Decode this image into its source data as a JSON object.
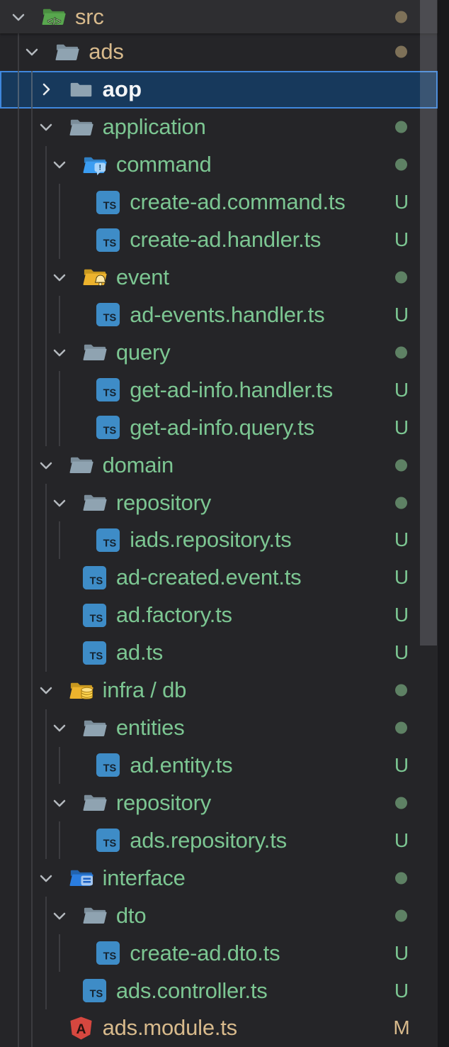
{
  "colors": {
    "background": "#252528",
    "sticky_row_background": "#2e2e31",
    "selection_background": "#17395c",
    "selection_border": "#3f87dd",
    "git_untracked_green": "#7cc692",
    "git_modified_tan": "#d8ba8c",
    "selected_text_white": "#f3f5f7",
    "folder_gray": "#8fa3b1",
    "typescript_blue": "#3e8cc7",
    "angular_red": "#d6473f"
  },
  "tree": {
    "rows": [
      {
        "label": "src",
        "level": 0,
        "kind": "folder",
        "icon": "folder-src-open-icon",
        "chevron": "down",
        "color": "tan",
        "dot": "tan",
        "badge": null,
        "selected": false,
        "sticky": true
      },
      {
        "label": "ads",
        "level": 1,
        "kind": "folder",
        "icon": "folder-open-icon",
        "chevron": "down",
        "color": "tan",
        "dot": "tan",
        "badge": null,
        "selected": false,
        "sticky": false
      },
      {
        "label": "aop",
        "level": 2,
        "kind": "folder",
        "icon": "folder-closed-icon",
        "chevron": "right",
        "color": "white",
        "dot": null,
        "badge": null,
        "selected": true,
        "sticky": false
      },
      {
        "label": "application",
        "level": 2,
        "kind": "folder",
        "icon": "folder-open-icon",
        "chevron": "down",
        "color": "green",
        "dot": "green",
        "badge": null,
        "selected": false,
        "sticky": false
      },
      {
        "label": "command",
        "level": 3,
        "kind": "folder",
        "icon": "folder-command-icon",
        "chevron": "down",
        "color": "green",
        "dot": "green",
        "badge": null,
        "selected": false,
        "sticky": false
      },
      {
        "label": "create-ad.command.ts",
        "level": 4,
        "kind": "file",
        "icon": "typescript-file-icon",
        "chevron": null,
        "color": "green",
        "dot": null,
        "badge": "U",
        "selected": false,
        "sticky": false
      },
      {
        "label": "create-ad.handler.ts",
        "level": 4,
        "kind": "file",
        "icon": "typescript-file-icon",
        "chevron": null,
        "color": "green",
        "dot": null,
        "badge": "U",
        "selected": false,
        "sticky": false
      },
      {
        "label": "event",
        "level": 3,
        "kind": "folder",
        "icon": "folder-event-icon",
        "chevron": "down",
        "color": "green",
        "dot": "green",
        "badge": null,
        "selected": false,
        "sticky": false
      },
      {
        "label": "ad-events.handler.ts",
        "level": 4,
        "kind": "file",
        "icon": "typescript-file-icon",
        "chevron": null,
        "color": "green",
        "dot": null,
        "badge": "U",
        "selected": false,
        "sticky": false
      },
      {
        "label": "query",
        "level": 3,
        "kind": "folder",
        "icon": "folder-open-icon",
        "chevron": "down",
        "color": "green",
        "dot": "green",
        "badge": null,
        "selected": false,
        "sticky": false
      },
      {
        "label": "get-ad-info.handler.ts",
        "level": 4,
        "kind": "file",
        "icon": "typescript-file-icon",
        "chevron": null,
        "color": "green",
        "dot": null,
        "badge": "U",
        "selected": false,
        "sticky": false
      },
      {
        "label": "get-ad-info.query.ts",
        "level": 4,
        "kind": "file",
        "icon": "typescript-file-icon",
        "chevron": null,
        "color": "green",
        "dot": null,
        "badge": "U",
        "selected": false,
        "sticky": false
      },
      {
        "label": "domain",
        "level": 2,
        "kind": "folder",
        "icon": "folder-open-icon",
        "chevron": "down",
        "color": "green",
        "dot": "green",
        "badge": null,
        "selected": false,
        "sticky": false
      },
      {
        "label": "repository",
        "level": 3,
        "kind": "folder",
        "icon": "folder-open-icon",
        "chevron": "down",
        "color": "green",
        "dot": "green",
        "badge": null,
        "selected": false,
        "sticky": false
      },
      {
        "label": "iads.repository.ts",
        "level": 4,
        "kind": "file",
        "icon": "typescript-file-icon",
        "chevron": null,
        "color": "green",
        "dot": null,
        "badge": "U",
        "selected": false,
        "sticky": false
      },
      {
        "label": "ad-created.event.ts",
        "level": 3,
        "kind": "file",
        "icon": "typescript-file-icon",
        "chevron": null,
        "color": "green",
        "dot": null,
        "badge": "U",
        "selected": false,
        "sticky": false
      },
      {
        "label": "ad.factory.ts",
        "level": 3,
        "kind": "file",
        "icon": "typescript-file-icon",
        "chevron": null,
        "color": "green",
        "dot": null,
        "badge": "U",
        "selected": false,
        "sticky": false
      },
      {
        "label": "ad.ts",
        "level": 3,
        "kind": "file",
        "icon": "typescript-file-icon",
        "chevron": null,
        "color": "green",
        "dot": null,
        "badge": "U",
        "selected": false,
        "sticky": false
      },
      {
        "label": "infra / db",
        "level": 2,
        "kind": "folder",
        "icon": "folder-database-icon",
        "chevron": "down",
        "color": "green",
        "dot": "green",
        "badge": null,
        "selected": false,
        "sticky": false
      },
      {
        "label": "entities",
        "level": 3,
        "kind": "folder",
        "icon": "folder-open-icon",
        "chevron": "down",
        "color": "green",
        "dot": "green",
        "badge": null,
        "selected": false,
        "sticky": false
      },
      {
        "label": "ad.entity.ts",
        "level": 4,
        "kind": "file",
        "icon": "typescript-file-icon",
        "chevron": null,
        "color": "green",
        "dot": null,
        "badge": "U",
        "selected": false,
        "sticky": false
      },
      {
        "label": "repository",
        "level": 3,
        "kind": "folder",
        "icon": "folder-open-icon",
        "chevron": "down",
        "color": "green",
        "dot": "green",
        "badge": null,
        "selected": false,
        "sticky": false
      },
      {
        "label": "ads.repository.ts",
        "level": 4,
        "kind": "file",
        "icon": "typescript-file-icon",
        "chevron": null,
        "color": "green",
        "dot": null,
        "badge": "U",
        "selected": false,
        "sticky": false
      },
      {
        "label": "interface",
        "level": 2,
        "kind": "folder",
        "icon": "folder-interface-icon",
        "chevron": "down",
        "color": "green",
        "dot": "green",
        "badge": null,
        "selected": false,
        "sticky": false
      },
      {
        "label": "dto",
        "level": 3,
        "kind": "folder",
        "icon": "folder-open-icon",
        "chevron": "down",
        "color": "green",
        "dot": "green",
        "badge": null,
        "selected": false,
        "sticky": false
      },
      {
        "label": "create-ad.dto.ts",
        "level": 4,
        "kind": "file",
        "icon": "typescript-file-icon",
        "chevron": null,
        "color": "green",
        "dot": null,
        "badge": "U",
        "selected": false,
        "sticky": false
      },
      {
        "label": "ads.controller.ts",
        "level": 3,
        "kind": "file",
        "icon": "typescript-file-icon",
        "chevron": null,
        "color": "green",
        "dot": null,
        "badge": "U",
        "selected": false,
        "sticky": false
      },
      {
        "label": "ads.module.ts",
        "level": 2,
        "kind": "file",
        "icon": "angular-module-icon",
        "chevron": null,
        "color": "tan",
        "dot": null,
        "badge": "M",
        "selected": false,
        "sticky": false
      }
    ]
  }
}
